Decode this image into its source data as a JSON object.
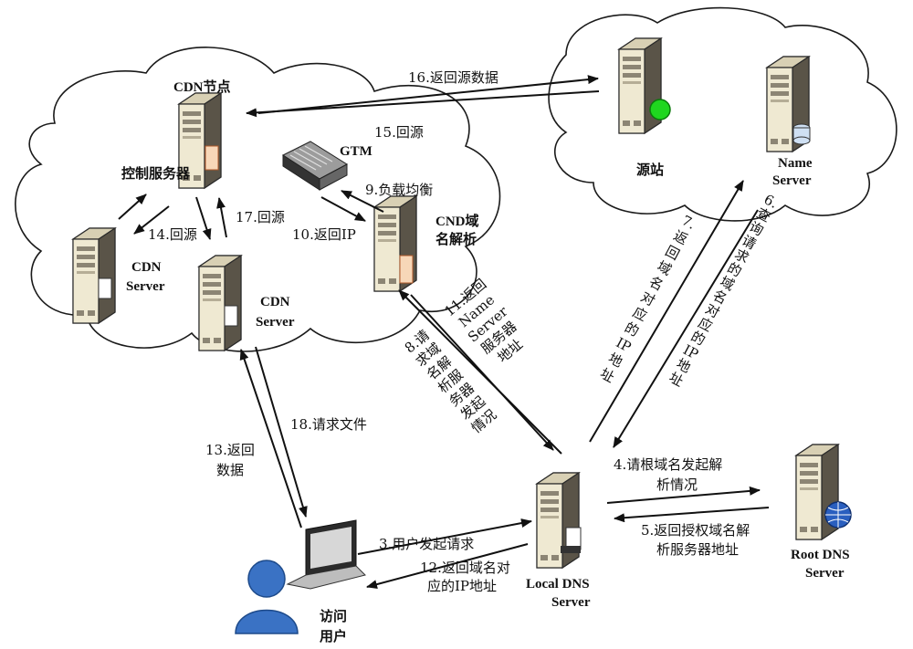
{
  "nodes": {
    "cdn_node_title": "CDN节点",
    "control_server": "控制服务器",
    "gtm": "GTM",
    "cnd_dns_1": "CND域",
    "cnd_dns_2": "名解析",
    "cdn_server_a_1": "CDN",
    "cdn_server_a_2": "Server",
    "cdn_server_b_1": "CDN",
    "cdn_server_b_2": "Server",
    "origin": "源站",
    "name_server_1": "Name",
    "name_server_2": "Server",
    "local_dns_1": "Local DNS",
    "local_dns_2": "Server",
    "root_dns_1": "Root DNS",
    "root_dns_2": "Server",
    "user_1": "访问",
    "user_2": "用户"
  },
  "steps": {
    "s3": "3.用户发起请求",
    "s4_1": "4.请根域名发起解",
    "s4_2": "析情况",
    "s5_1": "5.返回授权域名解",
    "s5_2": "析服务器地址",
    "s6": [
      "6.",
      "查",
      "询",
      "请",
      "求",
      "的",
      "域",
      "名",
      "对",
      "应",
      "的",
      "IP",
      "地",
      "址"
    ],
    "s7": [
      "7.",
      "返",
      "回",
      "域",
      "名",
      "对",
      "应",
      "的",
      "IP",
      "地",
      "址"
    ],
    "s8": [
      "8.请",
      "求域",
      "名解",
      "析服",
      "务器",
      "发起",
      "情况"
    ],
    "s9": "9.负载均衡",
    "s10": "10.返回IP",
    "s11": [
      "11.返回",
      "Name",
      "Server",
      "服务器",
      "地址"
    ],
    "s12_1": "12.返回域名对",
    "s12_2": "应的IP地址",
    "s13_1": "13.返回",
    "s13_2": "数据",
    "s14": "14.回源",
    "s15": "15.回源",
    "s16": "16.返回源数据",
    "s17": "17.回源",
    "s18": "18.请求文件"
  },
  "colors": {
    "server_body": "#f0ead6",
    "server_dark": "#5a5448",
    "origin_status": "#1fd61f",
    "root_globe": "#2a5fbf",
    "user_blue": "#3a72c4"
  }
}
